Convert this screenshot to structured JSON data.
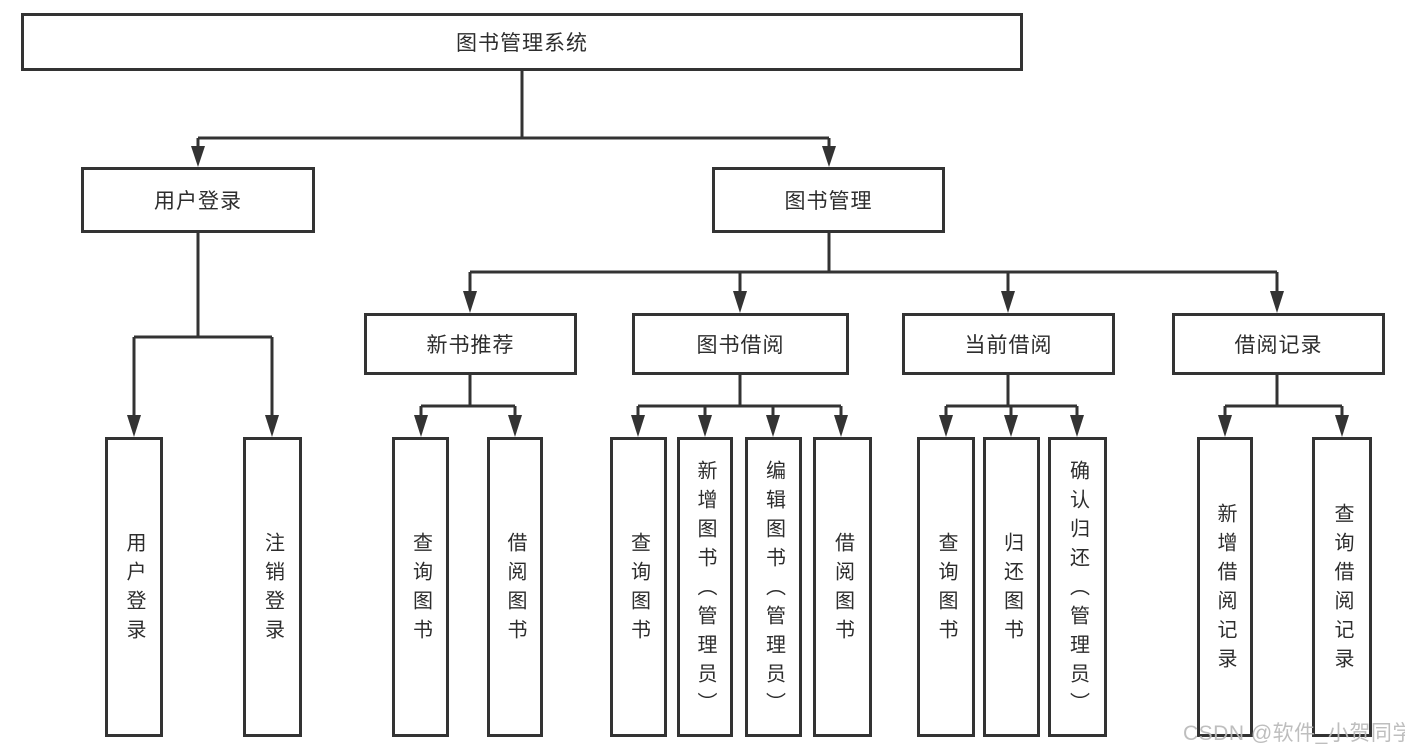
{
  "diagram": {
    "type": "hierarchy-diagram",
    "background": "#ffffff",
    "line_color": "#333333",
    "text_color": "#2d2d2d",
    "watermark": {
      "text": "CSDN @软件_小贺同学",
      "color": "#bababa"
    },
    "nodes": {
      "root": {
        "label": "图书管理系统"
      },
      "user_login": {
        "label": "用户登录"
      },
      "book_mgmt": {
        "label": "图书管理"
      },
      "new_book_rec": {
        "label": "新书推荐"
      },
      "book_borrow": {
        "label": "图书借阅"
      },
      "current_borrow": {
        "label": "当前借阅"
      },
      "borrow_record": {
        "label": "借阅记录"
      },
      "leaf_user_login": {
        "label": "用户登录"
      },
      "leaf_logout": {
        "label": "注销登录"
      },
      "leaf_query_book_rec": {
        "label": "查询图书"
      },
      "leaf_borrow_book_rec": {
        "label": "借阅图书"
      },
      "leaf_query_book_borrow": {
        "label": "查询图书"
      },
      "leaf_add_book": {
        "label": "新增图书（管理员）"
      },
      "leaf_edit_book": {
        "label": "编辑图书（管理员）"
      },
      "leaf_borrow_book": {
        "label": "借阅图书"
      },
      "leaf_query_book_current": {
        "label": "查询图书"
      },
      "leaf_return_book": {
        "label": "归还图书"
      },
      "leaf_confirm_return": {
        "label": "确认归还（管理员）"
      },
      "leaf_add_record": {
        "label": "新增借阅记录"
      },
      "leaf_query_record": {
        "label": "查询借阅记录"
      }
    },
    "hierarchy": {
      "图书管理系统": {
        "用户登录": [
          "用户登录",
          "注销登录"
        ],
        "图书管理": {
          "新书推荐": [
            "查询图书",
            "借阅图书"
          ],
          "图书借阅": [
            "查询图书",
            "新增图书（管理员）",
            "编辑图书（管理员）",
            "借阅图书"
          ],
          "当前借阅": [
            "查询图书",
            "归还图书",
            "确认归还（管理员）"
          ],
          "借阅记录": [
            "新增借阅记录",
            "查询借阅记录"
          ]
        }
      }
    }
  }
}
